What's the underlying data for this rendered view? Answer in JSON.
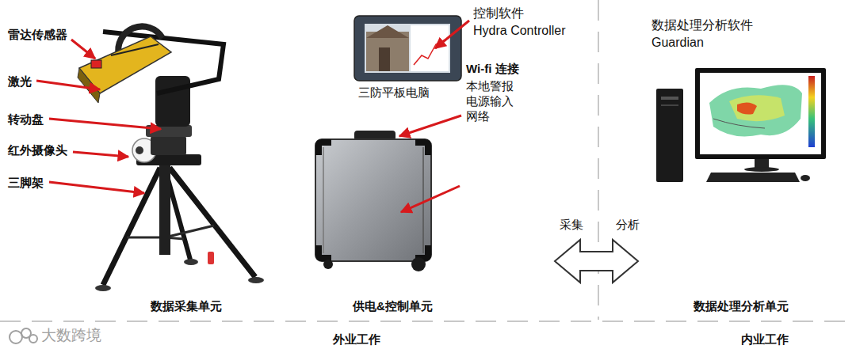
{
  "diagram": {
    "nodes": [
      {
        "text": [
          "外业工作"
        ]
      },
      {
        "text": [
          "数据采集单元"
        ],
        "in": 0
      },
      {
        "text": [
          "供电&控制单元"
        ],
        "in": 0
      },
      {
        "text": [
          "内业工作"
        ]
      },
      {
        "text": [
          "数据处理分析单元"
        ],
        "in": 3
      }
    ],
    "edges": [
      {
        "from": 2,
        "to": 4,
        "arrow": "both"
      }
    ],
    "labels": [
      "雷达传感器",
      "激光",
      "转动盘",
      "红外摄像头",
      "三脚架",
      "控制软件",
      "Hydra Controller",
      "三防平板电脑",
      "Wi-fi 连接",
      "本地警报 电源输入 网络",
      "数据处理分析软件",
      "Guardian",
      "采集",
      "分析",
      "大数跨境"
    ]
  }
}
